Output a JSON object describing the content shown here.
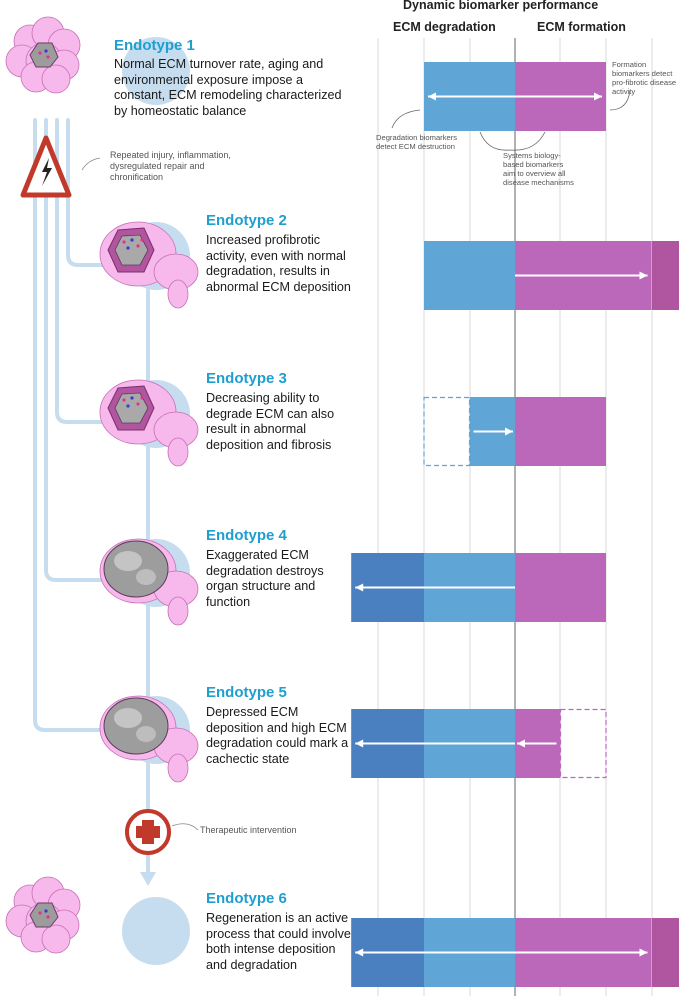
{
  "header": {
    "title": "Dynamic biomarker performance",
    "col_degradation": "ECM degradation",
    "col_formation": "ECM formation"
  },
  "notes": {
    "degradation": "Degradation biomarkers detect ECM destruction",
    "formation": "Formation biomarkers detect pro-fibrotic disease activity",
    "systems": "Systems biology-based biomarkers aim to overview all disease mechanisms",
    "injury": "Repeated injury, inflammation, dysregulated repair and chronification",
    "therapy": "Therapeutic intervention"
  },
  "endotypes": [
    {
      "title": "Endotype 1",
      "description": "Normal ECM turnover rate, aging and environmental exposure impose a constant, ECM remodeling characterized by homeostatic balance",
      "degradation_level": 1,
      "formation_level": 1,
      "direction": "both"
    },
    {
      "title": "Endotype 2",
      "description": "Increased profibrotic activity, even with normal degradation, results in abnormal ECM deposition",
      "degradation_level": 1,
      "formation_level": 1.5,
      "direction": "formation-up"
    },
    {
      "title": "Endotype 3",
      "description": "Decreasing ability to degrade ECM can also result in abnormal deposition and fibrosis",
      "degradation_level": 0.5,
      "formation_level": 1,
      "direction": "degradation-down"
    },
    {
      "title": "Endotype 4",
      "description": "Exaggerated ECM degradation destroys organ structure and function",
      "degradation_level": 1.8,
      "formation_level": 1,
      "direction": "degradation-up"
    },
    {
      "title": "Endotype 5",
      "description": "Depressed ECM deposition and high ECM degradation could mark a cachectic state",
      "degradation_level": 1.8,
      "formation_level": 0.5,
      "direction": "both-shift"
    },
    {
      "title": "Endotype 6",
      "description": "Regeneration is an active process that could involve both intense deposition and degradation",
      "degradation_level": 1.8,
      "formation_level": 1.5,
      "direction": "both"
    }
  ],
  "colors": {
    "title_blue": "#1e9fcf",
    "degradation_light": "#5fa5d6",
    "degradation_dark": "#4a7fc0",
    "formation_light": "#bb68bb",
    "formation_dark": "#b0559f",
    "flow_line": "#c6ddf0",
    "warning_red": "#c0392b"
  },
  "icons": [
    "organ-icon",
    "warning-triangle-icon",
    "red-cross-icon"
  ]
}
